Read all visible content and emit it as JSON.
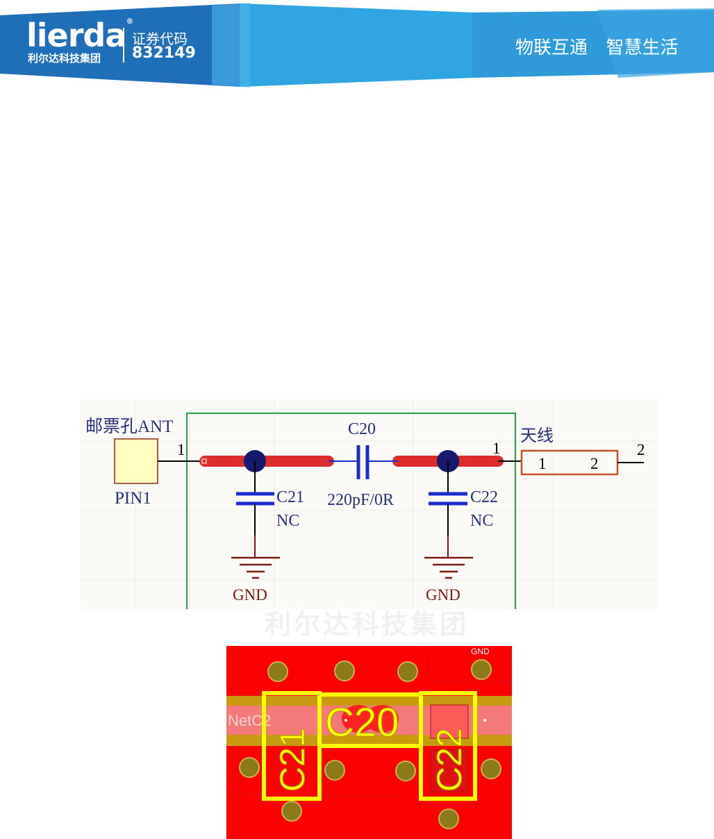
{
  "header": {
    "logo_text": "lierda",
    "registered_mark": "®",
    "company_cn": "利尔达科技集团",
    "stock_label": "证券代码",
    "stock_code": "832149",
    "slogan_1": "物联互通",
    "slogan_2": "智慧生活"
  },
  "schematic": {
    "connector_label": "邮票孔ANT",
    "connector_pin_number": "1",
    "connector_designator": "PIN1",
    "c20_designator": "C20",
    "c20_value": "220pF/0R",
    "c21_designator": "C21",
    "c21_value": "NC",
    "c22_designator": "C22",
    "c22_value": "NC",
    "gnd_left": "GND",
    "gnd_right": "GND",
    "antenna_label": "天线",
    "antenna_net_pin": "1",
    "antenna_pin_1": "1",
    "antenna_pin_2": "2",
    "antenna_outer_pin": "2"
  },
  "watermark": "利尔达科技集团",
  "pcb": {
    "gnd_label": "GND",
    "net_label": "NetC2",
    "c20_label": "C20",
    "c21_label": "C21",
    "c22_label": "C22"
  },
  "colors": {
    "banner_blue": "#2e9ad9",
    "banner_dark": "#1e6fb8",
    "wire_red": "#dd2c2c",
    "junction_navy": "#151a6e",
    "cap_blue": "#1a2bd0",
    "gnd_brown": "#7a1a12",
    "frame_green": "#21a34a",
    "antenna_orange": "#c8501e",
    "pcb_red": "#ff0000",
    "pcb_pad": "#8a7a18",
    "silk_yellow": "#ffff00"
  }
}
